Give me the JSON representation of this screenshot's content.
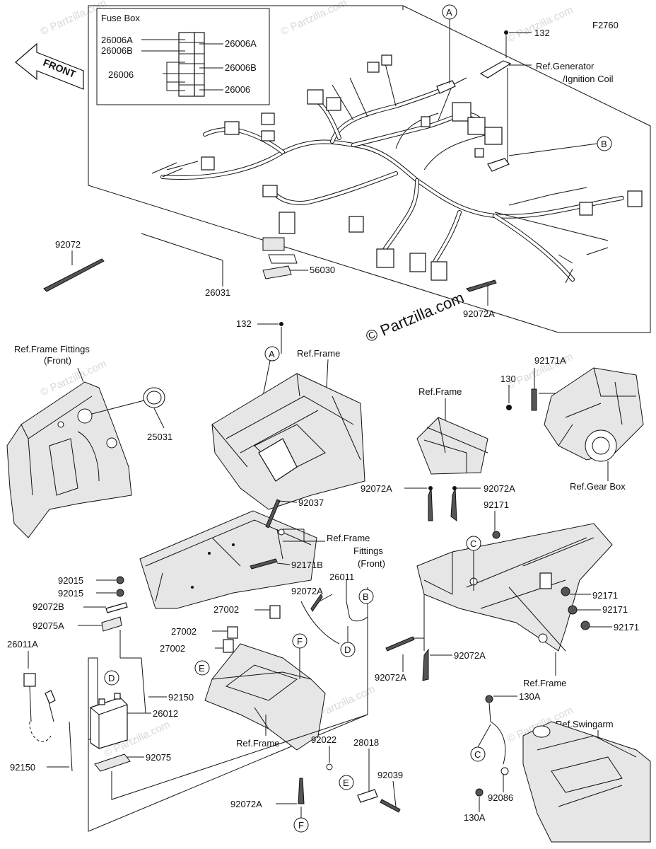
{
  "figure_code": "F2760",
  "watermarks": {
    "small": "© Partzilla.com",
    "center": "© Partzilla.com"
  },
  "front_arrow": "FRONT",
  "fuse_box": {
    "title": "Fuse Box",
    "labels": [
      "26006A",
      "26006B",
      "26006",
      "26006A",
      "26006B",
      "26006"
    ]
  },
  "callouts": {
    "A": "A",
    "B": "B",
    "C": "C",
    "D": "D",
    "E": "E",
    "F": "F"
  },
  "parts": {
    "p132_top": "132",
    "ref_generator": "Ref.Generator",
    "ref_ignition": "/Ignition Coil",
    "p92072": "92072",
    "p26031": "26031",
    "p56030": "56030",
    "p92072A_top": "92072A",
    "p132_mid": "132",
    "ref_frame_fittings_front_1": "Ref.Frame Fittings",
    "ref_frame_fittings_front_2": "(Front)",
    "p25031": "25031",
    "ref_frame_center": "Ref.Frame",
    "p92037": "92037",
    "ref_frame_fittings_mid_1": "Ref.Frame",
    "ref_frame_fittings_mid_2": "Fittings",
    "ref_frame_fittings_mid_3": "(Front)",
    "p92171B": "92171B",
    "ref_frame_right": "Ref.Frame",
    "p92072A_r1": "92072A",
    "p92072A_r2": "92072A",
    "p130": "130",
    "p92171A": "92171A",
    "ref_gear_box": "Ref.Gear Box",
    "p92171_1": "92171",
    "p92171_2": "92171",
    "p92171_3": "92171",
    "p92171_4": "92171",
    "p92072A_c1": "92072A",
    "p92072A_c2": "92072A",
    "ref_frame_lower_right": "Ref.Frame",
    "p92015_1": "92015",
    "p92015_2": "92015",
    "p92072B": "92072B",
    "p92075A": "92075A",
    "p26011A": "26011A",
    "p92150_1": "92150",
    "p26012": "26012",
    "p92075": "92075",
    "p92150_2": "92150",
    "p27002_1": "27002",
    "p27002_2": "27002",
    "p27002_3": "27002",
    "p92072A_m": "92072A",
    "p26011": "26011",
    "ref_frame_bottom": "Ref.Frame",
    "p92022": "92022",
    "p28018": "28018",
    "p92039": "92039",
    "p92072A_b": "92072A",
    "p130A_1": "130A",
    "p130A_2": "130A",
    "ref_swingarm": "Ref.Swingarm",
    "p92086": "92086"
  }
}
